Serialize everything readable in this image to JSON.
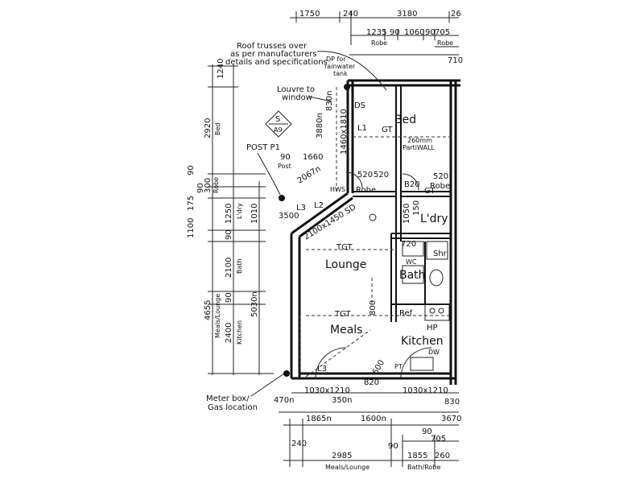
{
  "top_dims": {
    "d1750": "1750",
    "d240": "240",
    "d3180": "3180",
    "d26": "26",
    "d1235": "1235",
    "d90a": "90",
    "d1060": "1060",
    "d90b": "90",
    "d705": "705",
    "robe1": "Robe",
    "robe2": "Robe",
    "d710": "710"
  },
  "notes": {
    "trusses_1": "Roof trusses over",
    "trusses_2": "as per manufacturers",
    "trusses_3": "details and specifications",
    "dp_rw_1": "DP for",
    "dp_rw_2": "rainwater",
    "dp_rw_3": "tank",
    "louvre_1": "Louvre to",
    "louvre_2": "window",
    "post_p1": "POST P1",
    "meter_1": "Meter box/",
    "meter_2": "Gas location",
    "section_ref": "S",
    "section_sheet": "A9",
    "partiwall_1": "260mm",
    "partiwall_2": "PartiWALL"
  },
  "rooms": {
    "bed": "Bed",
    "ldry": "L'dry",
    "lounge": "Lounge",
    "bath": "Bath",
    "meals": "Meals",
    "kitchen": "Kitchen",
    "robe_a": "Robe",
    "robe_b": "Robe",
    "shr": "Shr",
    "ref": "Ref",
    "hws": "HWS",
    "wc": "WC",
    "dw": "DW",
    "pt": "PT"
  },
  "inner": {
    "d90": "90",
    "d1660": "1660",
    "post": "Post",
    "d2067": "2067n",
    "d520a": "520",
    "d520b": "520",
    "d520c": "520",
    "b20": "B20",
    "l1": "L1",
    "l2": "L2",
    "l3": "L3",
    "l3b": "L3",
    "gt1": "GT",
    "gt2": "GT",
    "ds": "DS",
    "tgt1": "TGT",
    "tgt2": "TGT",
    "hp": "HP",
    "d3500": "3500",
    "win_2100": "2100x1450 SD",
    "d830n": "830n",
    "d1460": "1460x1810",
    "d3880": "3880n",
    "d1050": "1050",
    "d150": "150",
    "d720": "720",
    "d800": "800",
    "win_1030a": "1030x1210",
    "win_1030b": "1030x1210",
    "win_820": "820",
    "win_600": "600",
    "d470": "470n",
    "d350": "350n",
    "d830": "830",
    "d1865": "1865n",
    "d1600": "1600n",
    "d3670": "3670"
  },
  "left_dims": {
    "d1240": "1240",
    "d2920": "2920",
    "bed": "Bed",
    "d90a": "90",
    "d1100": "1100",
    "d175": "175",
    "d90b": "90",
    "d300": "300",
    "robe": "Robe",
    "d1250": "1250",
    "ldry": "L'dry",
    "d1010": "1010",
    "d90c": "90",
    "d2100": "2100",
    "bath": "Bath",
    "d4655": "4655",
    "meals_lounge": "Meals/Lounge",
    "d90d": "90",
    "d2400": "2400",
    "kitchen": "Kitchen",
    "d5030": "5030n"
  },
  "bottom_dims": {
    "d240": "240",
    "d2985": "2985",
    "d90a": "90",
    "meals_lounge": "Meals/Lounge",
    "d90b": "90",
    "d705": "705",
    "d1855": "1855",
    "d260": "260",
    "bath_robe": "Bath/Robe"
  }
}
